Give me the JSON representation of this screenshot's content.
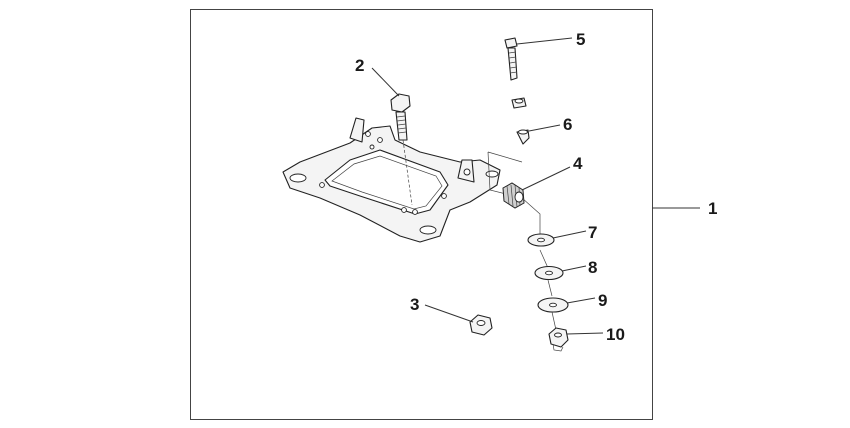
{
  "callouts": {
    "c1": "1",
    "c2": "2",
    "c3": "3",
    "c4": "4",
    "c5": "5",
    "c6": "6",
    "c7": "7",
    "c8": "8",
    "c9": "9",
    "c10": "10"
  },
  "colors": {
    "line": "#222222",
    "frame": "#444444",
    "background": "#ffffff"
  }
}
